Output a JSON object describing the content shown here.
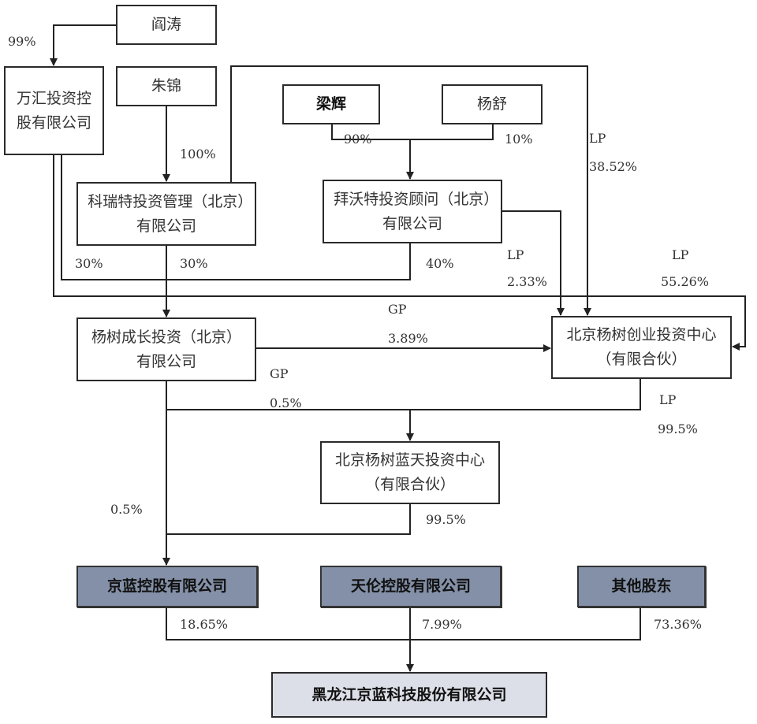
{
  "entities": {
    "yan_tao": "阎涛",
    "wanhui": "万汇投资控股有限公司",
    "zhu_jin": "朱锦",
    "liang_hui": "梁辉",
    "yang_shu": "杨舒",
    "kerite": "科瑞特投资管理（北京）有限公司",
    "baiwote": "拜沃特投资顾问（北京）有限公司",
    "yangshu_growth": "杨树成长投资（北京）有限公司",
    "yangshu_venture": "北京杨树创业投资中心（有限合伙）",
    "yangshu_lantian": "北京杨树蓝天投资中心（有限合伙）",
    "jinglan_holding": "京蓝控股有限公司",
    "tianlun_holding": "天伦控股有限公司",
    "other_shareholders": "其他股东",
    "target": "黑龙江京蓝科技股份有限公司"
  },
  "labels": {
    "yan_wanhui": "99%",
    "zhu_kerite": "100%",
    "liang_baiwote": "90%",
    "yang_baiwote": "10%",
    "kerite_lp_type": "LP",
    "kerite_lp_pct": "38.52%",
    "wanhui_growth": "30%",
    "kerite_growth": "30%",
    "baiwote_growth": "40%",
    "baiwote_lp_type": "LP",
    "baiwote_lp_pct": "2.33%",
    "wanhui_lp_type": "LP",
    "wanhui_lp_pct": "55.26%",
    "growth_venture_type": "GP",
    "growth_venture_pct": "3.89%",
    "growth_lantian_type": "GP",
    "growth_lantian_pct": "0.5%",
    "venture_lantian_type": "LP",
    "venture_lantian_pct": "99.5%",
    "growth_jinglan_pct": "0.5%",
    "lantian_jinglan_pct": "99.5%",
    "jinglan_target": "18.65%",
    "tianlun_target": "7.99%",
    "other_target": "73.36%"
  },
  "colors": {
    "dark_box": "#8390a7",
    "light_box": "#dcdfe7",
    "line": "#222222"
  }
}
